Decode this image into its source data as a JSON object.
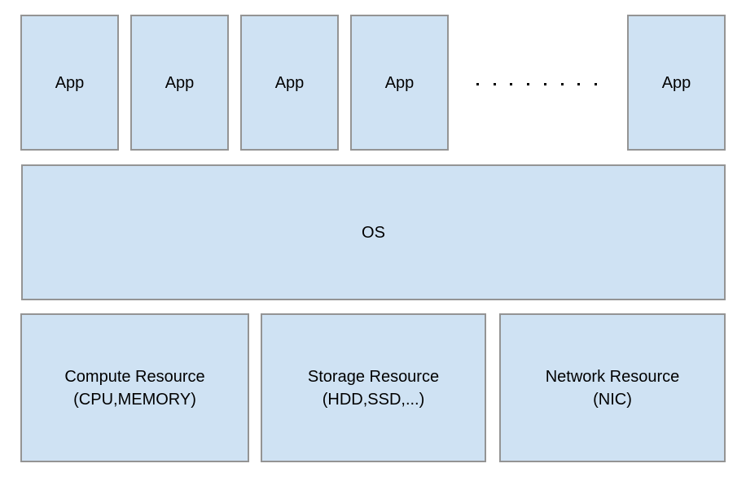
{
  "colors": {
    "background": "#ffffff",
    "box_fill": "#cfe2f3",
    "box_border": "#949494",
    "text": "#000000"
  },
  "diagram": {
    "app_row": {
      "boxes": [
        "App",
        "App",
        "App",
        "App",
        "App"
      ],
      "ellipsis_dot_count": 8
    },
    "os_box": {
      "label": "OS"
    },
    "resource_row": {
      "boxes": [
        {
          "line1": "Compute Resource",
          "line2": "(CPU,MEMORY)"
        },
        {
          "line1": "Storage Resource",
          "line2": "(HDD,SSD,...)"
        },
        {
          "line1": "Network Resource",
          "line2": "(NIC)"
        }
      ]
    }
  }
}
